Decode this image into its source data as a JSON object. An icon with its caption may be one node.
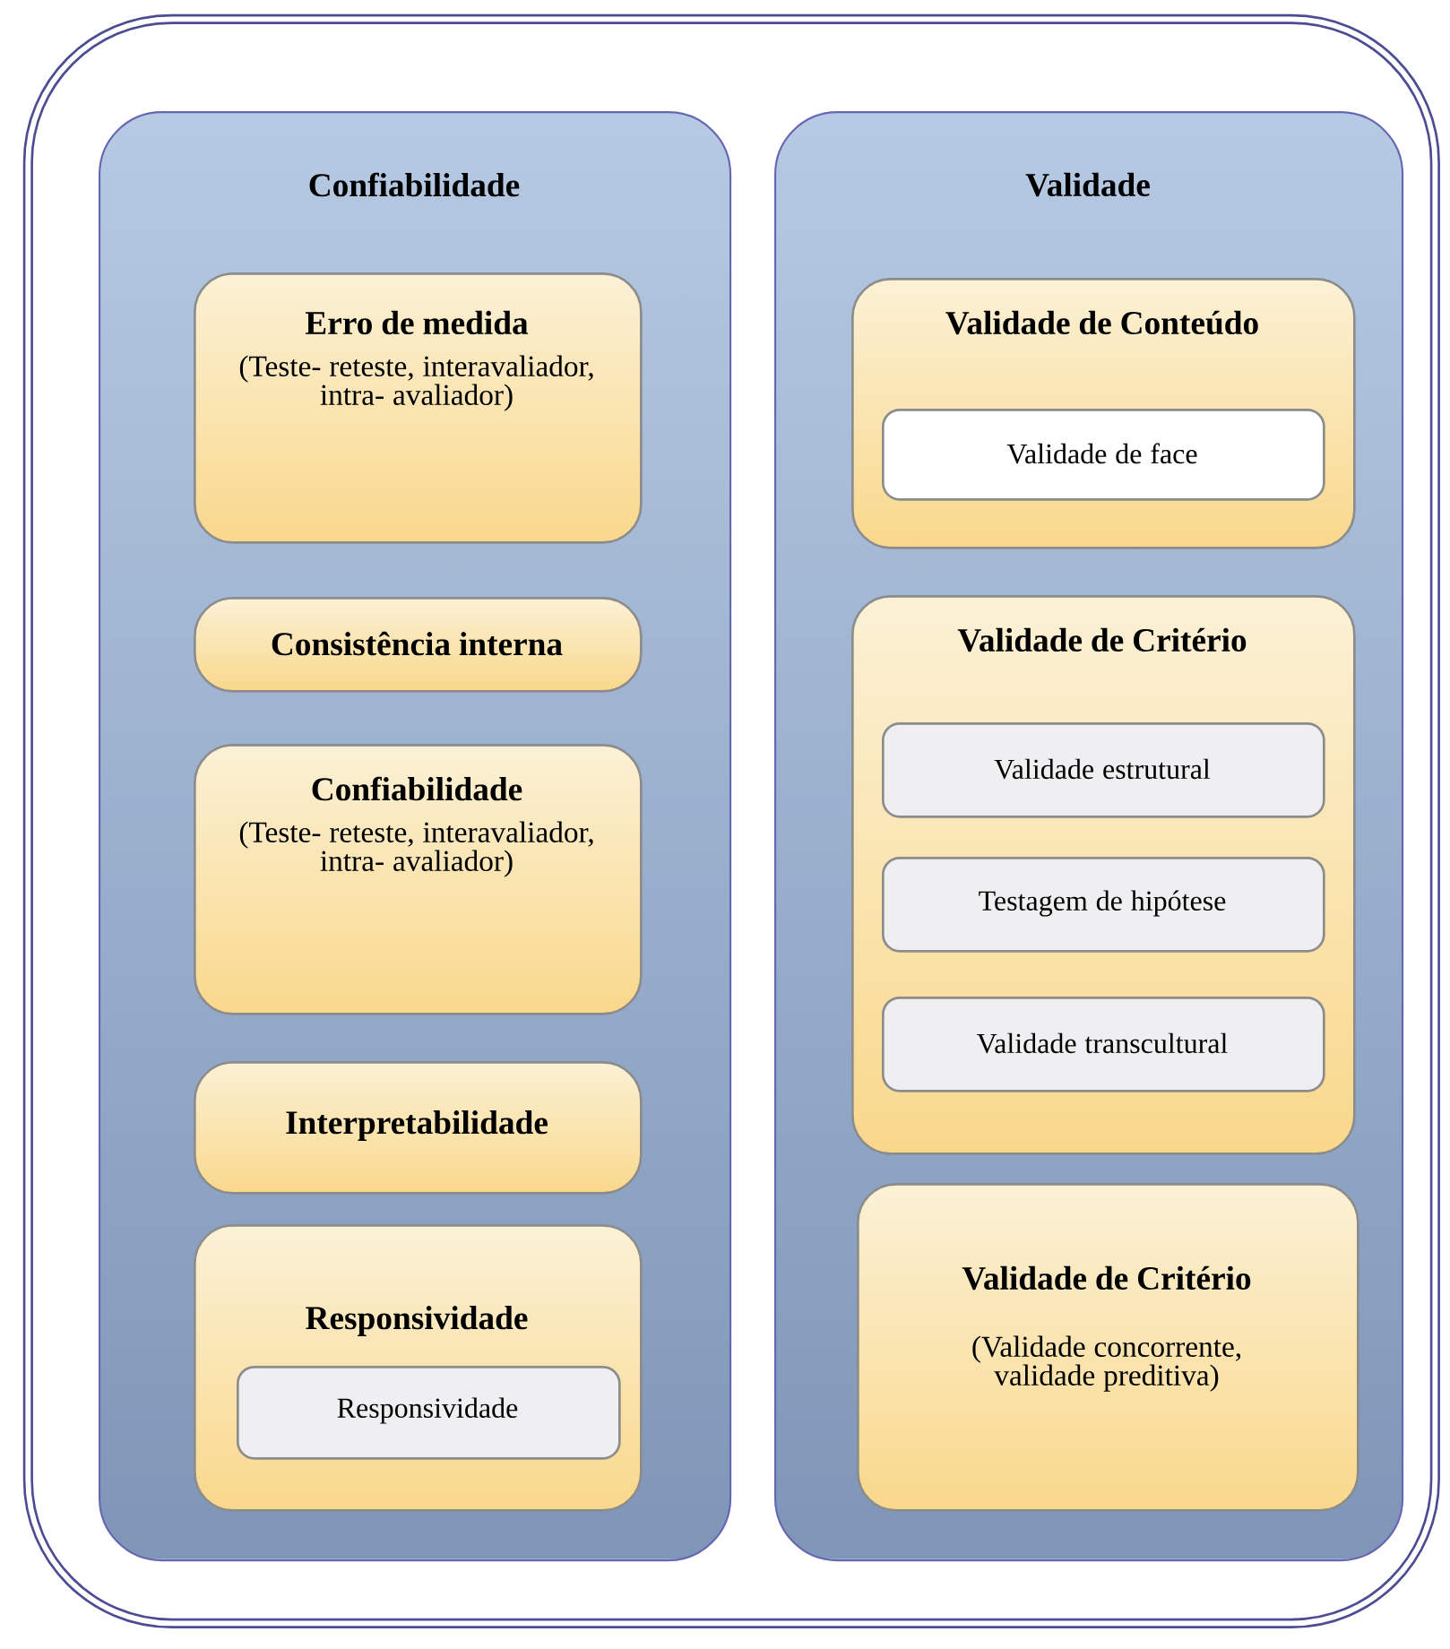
{
  "diagram": {
    "nodes": [
      {
        "text": [],
        "shape": "box"
      },
      {
        "text": [
          "Confiabilidade"
        ],
        "in": 0
      },
      {
        "text": [
          "Erro de medida",
          "(Teste- reteste, interavaliador, intra- avaliador)"
        ],
        "in": 1
      },
      {
        "text": [
          "Consistência interna"
        ],
        "in": 1
      },
      {
        "text": [
          "Confiabilidade",
          "(Teste- reteste, interavaliador, intra- avaliador)"
        ],
        "in": 1
      },
      {
        "text": [
          "Interpretabilidade"
        ],
        "in": 1
      },
      {
        "text": [
          "Responsividade"
        ],
        "in": 1
      },
      {
        "text": [
          "Responsividade"
        ],
        "in": 6
      },
      {
        "text": [
          "Validade"
        ],
        "in": 0
      },
      {
        "text": [
          "Validade de Conteúdo"
        ],
        "in": 8
      },
      {
        "text": [
          "Validade de face"
        ],
        "in": 9
      },
      {
        "text": [
          "Validade de Critério"
        ],
        "in": 8
      },
      {
        "text": [
          "Validade estrutural"
        ],
        "in": 11
      },
      {
        "text": [
          "Testagem de hipótese"
        ],
        "in": 11
      },
      {
        "text": [
          "Validade transcultural"
        ],
        "in": 11
      },
      {
        "text": [
          "Validade de Critério",
          "(Validade concorrente, validade preditiva)"
        ],
        "in": 8
      }
    ]
  }
}
